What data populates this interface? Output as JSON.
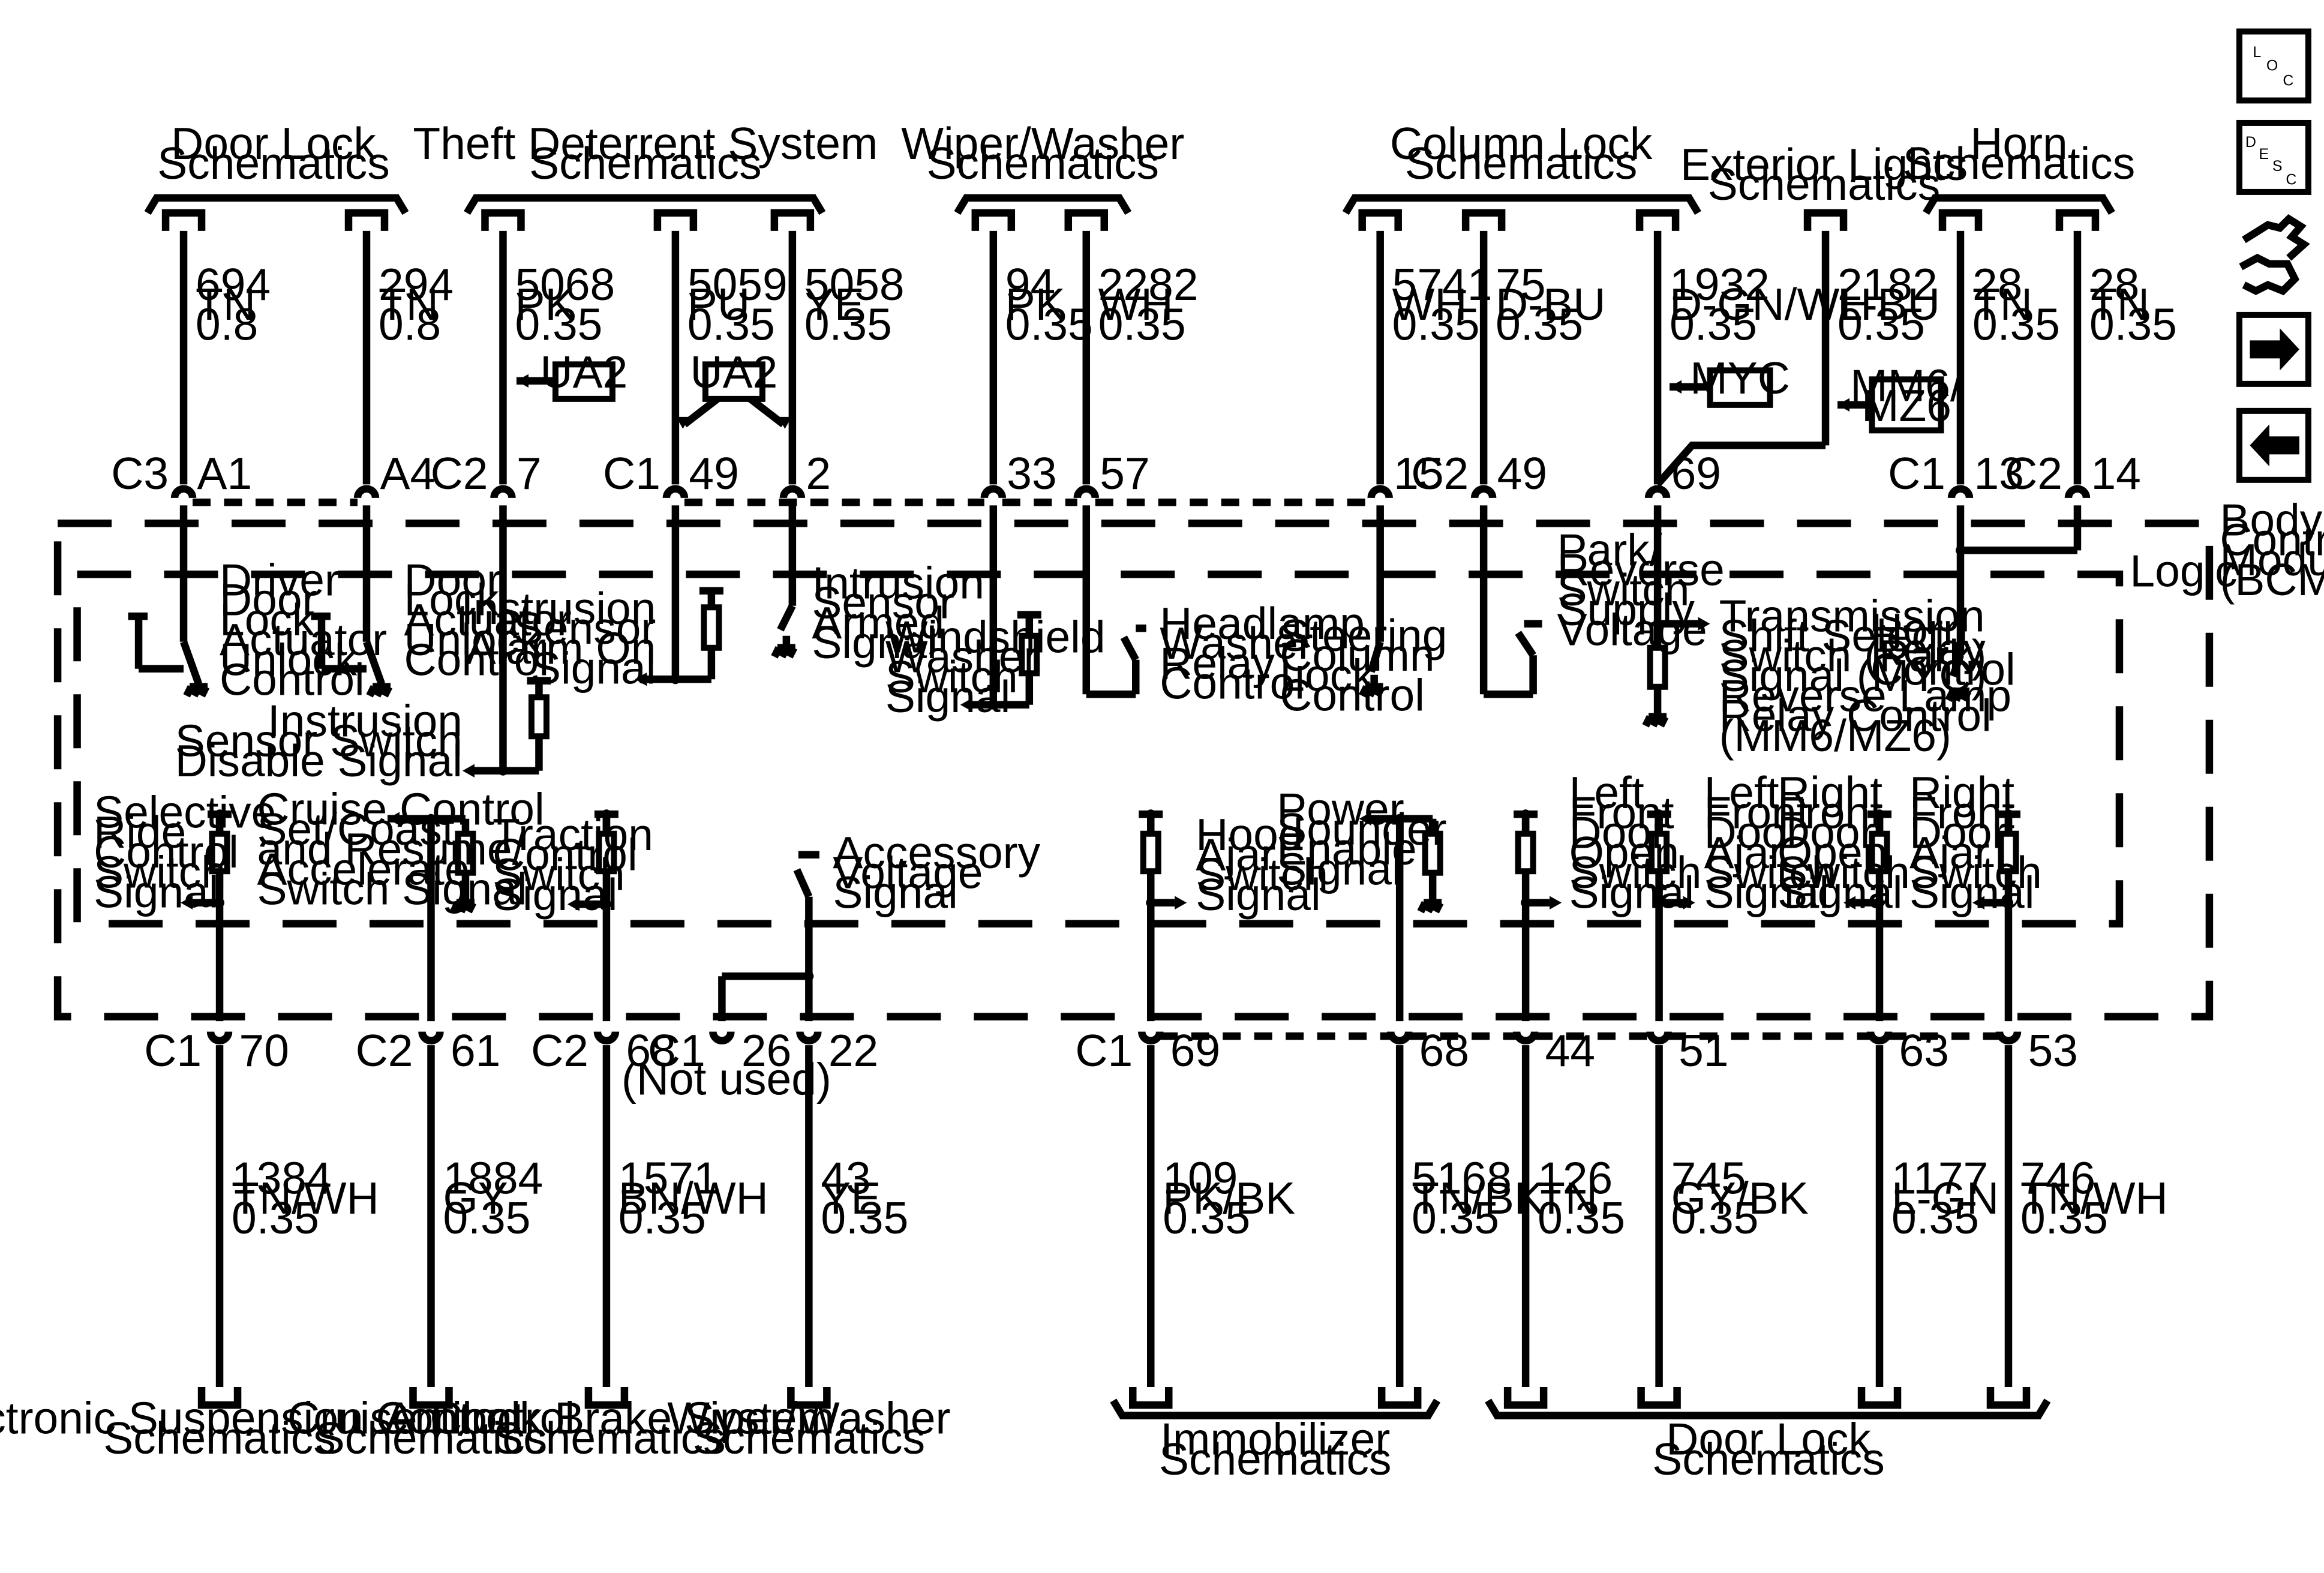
{
  "module": {
    "name": [
      "Body",
      "Control",
      "Module",
      "(BCM)"
    ],
    "logic": "Logic"
  },
  "nav": {
    "loc": [
      "L",
      "O",
      "C"
    ],
    "desc": [
      "D",
      "E",
      "S",
      "C"
    ]
  },
  "top_groups": [
    {
      "id": "door-lock-top",
      "label": [
        "Door Lock",
        "Schematics"
      ]
    },
    {
      "id": "theft-deterrent",
      "label": [
        "Theft Deterrent System",
        "Schematics"
      ]
    },
    {
      "id": "wiper-washer-top",
      "label": [
        "Wiper/Washer",
        "Schematics"
      ]
    },
    {
      "id": "column-lock",
      "label": [
        "Column Lock",
        "Schematics"
      ]
    },
    {
      "id": "exterior-lights",
      "label": [
        "Exterior Lights",
        "Schematics"
      ]
    },
    {
      "id": "horn",
      "label": [
        "Horn",
        "Schematics"
      ]
    }
  ],
  "bottom_groups": [
    {
      "id": "electronic-suspension",
      "label": [
        "Electronic Suspension Control",
        "Schematics"
      ]
    },
    {
      "id": "cruise-control",
      "label": [
        "Cruise Control",
        "Schematics"
      ]
    },
    {
      "id": "antilock-brake",
      "label": [
        "Antilock Brake System",
        "Schematics"
      ]
    },
    {
      "id": "wiper-washer-bottom",
      "label": [
        "Wiper/Washer",
        "Schematics"
      ]
    },
    {
      "id": "immobilizer",
      "label": [
        "Immobilizer",
        "Schematics"
      ]
    },
    {
      "id": "door-lock-bottom",
      "label": [
        "Door Lock",
        "Schematics"
      ]
    }
  ],
  "top_wires": [
    {
      "circuit": [
        "694",
        "TN",
        "0.8"
      ],
      "connector": "C3",
      "pin": "A1"
    },
    {
      "circuit": [
        "294",
        "TN",
        "0.8"
      ],
      "connector": "",
      "pin": "A4"
    },
    {
      "circuit": [
        "5068",
        "PK",
        "0.35"
      ],
      "connector": "C2",
      "pin": "7"
    },
    {
      "circuit": [
        "5059",
        "PU",
        "0.35"
      ],
      "connector": "C1",
      "pin": "49"
    },
    {
      "circuit": [
        "5058",
        "YE",
        "0.35"
      ],
      "connector": "",
      "pin": "2"
    },
    {
      "circuit": [
        "94",
        "PK",
        "0.35"
      ],
      "connector": "",
      "pin": "33"
    },
    {
      "circuit": [
        "2282",
        "WH",
        "0.35"
      ],
      "connector": "",
      "pin": "57"
    },
    {
      "circuit": [
        "5741",
        "WH",
        "0.35"
      ],
      "connector": "",
      "pin": "15"
    },
    {
      "circuit": [
        "75",
        "D-BU",
        "0.35"
      ],
      "connector": "C2",
      "pin": "49"
    },
    {
      "circuit": [
        "1932",
        "D-GN/WH",
        "0.35"
      ],
      "connector": "",
      "pin": "69"
    },
    {
      "circuit": [
        "2182",
        "L-BU",
        "0.35"
      ],
      "connector": "",
      "pin": ""
    },
    {
      "circuit": [
        "28",
        "TN",
        "0.35"
      ],
      "connector": "C1",
      "pin": "13"
    },
    {
      "circuit": [
        "28",
        "TN",
        "0.35"
      ],
      "connector": "C2",
      "pin": "14"
    }
  ],
  "bottom_wires": [
    {
      "circuit": [
        "1384",
        "TN/WH",
        "0.35"
      ],
      "connector": "C1",
      "pin": "70"
    },
    {
      "circuit": [
        "1884",
        "GY",
        "0.35"
      ],
      "connector": "C2",
      "pin": "61"
    },
    {
      "circuit": [
        "1571",
        "BN/WH",
        "0.35"
      ],
      "connector": "C2",
      "pin": "68"
    },
    {
      "circuit": [
        "43",
        "YE",
        "0.35"
      ],
      "connector": "",
      "pin": "22"
    },
    {
      "circuit": [
        "109",
        "PK/BK",
        "0.35"
      ],
      "connector": "C1",
      "pin": "69"
    },
    {
      "circuit": [
        "5168",
        "TN/BK",
        "0.35"
      ],
      "connector": "",
      "pin": "68"
    },
    {
      "circuit": [
        "126",
        "TN",
        "0.35"
      ],
      "connector": "",
      "pin": "44"
    },
    {
      "circuit": [
        "745",
        "GY/BK",
        "0.35"
      ],
      "connector": "",
      "pin": "51"
    },
    {
      "circuit": [
        "1177",
        "L-GN",
        "0.35"
      ],
      "connector": "",
      "pin": "63"
    },
    {
      "circuit": [
        "746",
        "TN/WH",
        "0.35"
      ],
      "connector": "",
      "pin": "53"
    }
  ],
  "not_used": {
    "connector": "C1",
    "pin": "26",
    "note": "(Not used)"
  },
  "options": {
    "ua2_a": "UA2",
    "ua2_b": "UA2",
    "myc": "MYC",
    "mm6": [
      "MM6/",
      "MZ6"
    ]
  },
  "signals": {
    "driver_unlock": [
      "Driver",
      "Door",
      "Lock",
      "Actuator",
      "Unlock",
      "Control"
    ],
    "door_unlock": [
      "Door",
      "Lock",
      "Actuator",
      "Unlock",
      "Control"
    ],
    "alarm_on": [
      "Instrusion",
      "Sensor",
      "Alarm On",
      "Signal"
    ],
    "sensor_armed": [
      "Intrusion",
      "Sensor",
      "Armed",
      "Signal"
    ],
    "switch_disable": [
      "Instrusion",
      "Sensor Switch",
      "Disable Signal"
    ],
    "windshield": [
      "Windshield",
      "Washer",
      "Switch",
      "Signal"
    ],
    "headlamp": [
      "Headlamp",
      "Washer",
      "Relay",
      "Control"
    ],
    "steering_lock": [
      "Steering",
      "Column",
      "Lock",
      "Control"
    ],
    "park_reverse": [
      "Park/",
      "Reverse",
      "Switch",
      "Supply",
      "Voltage"
    ],
    "transmission": [
      "Transmission",
      "Shift Select",
      "Switch (Park)",
      "Signal (MYC)",
      "Reverse Lamp",
      "Relay Control",
      "(MM6/MZ6)"
    ],
    "horn_relay": [
      "Horn",
      "Relay",
      "Control"
    ],
    "selective_ride": [
      "Selective",
      "Ride",
      "Control",
      "Switch",
      "Signal"
    ],
    "cruise_switch": [
      "Cruise Control",
      "Set/Coast",
      "and Resume/",
      "Accelerate",
      "Switch Signal"
    ],
    "traction": [
      "Traction",
      "Control",
      "Switch",
      "Signal"
    ],
    "accessory": [
      "Accessory",
      "Voltage",
      "Signal"
    ],
    "hood_ajar": [
      "Hood",
      "Ajar",
      "Switch",
      "Signal"
    ],
    "power_sounder": [
      "Power",
      "Sounder",
      "Enable",
      "Signal"
    ],
    "lf_open": [
      "Left",
      "Front",
      "Door",
      "Open",
      "Switch",
      "Signal"
    ],
    "lf_ajar": [
      "Left",
      "Front",
      "Door",
      "Ajar",
      "Switch",
      "Signal"
    ],
    "rf_open": [
      "Right",
      "Front",
      "Door",
      "Open",
      "Switch",
      "Signal"
    ],
    "rf_ajar": [
      "Right",
      "Front",
      "Door",
      "Ajar",
      "Switch",
      "Signal"
    ]
  }
}
